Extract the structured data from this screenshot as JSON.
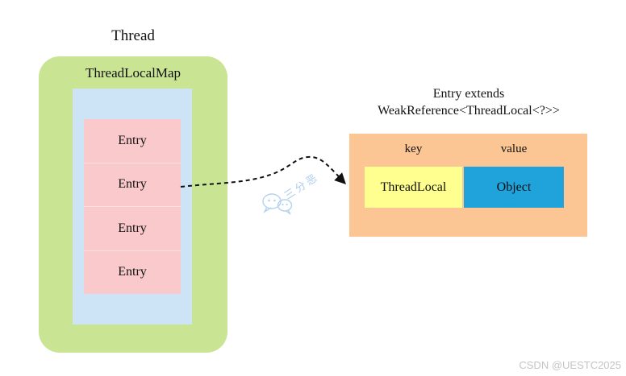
{
  "thread": {
    "title": "Thread",
    "map_label": "ThreadLocalMap",
    "entries": [
      "Entry",
      "Entry",
      "Entry",
      "Entry"
    ]
  },
  "entry_panel": {
    "title_line1": "Entry extends",
    "title_line2": "WeakReference<ThreadLocal<?>>",
    "key_header": "key",
    "value_header": "value",
    "key_cell": "ThreadLocal",
    "value_cell": "Object"
  },
  "arrow": {
    "style": "dashed",
    "color": "#111111"
  },
  "watermark": {
    "icon": "chat-bubbles-icon",
    "text": "三分恶",
    "color": "#aecdee"
  },
  "credit": {
    "text": "CSDN @UESTC2025",
    "color": "#c5c5c8"
  },
  "colors": {
    "thread_bg": "#c9e493",
    "map_bg": "#cde4f7",
    "entry_bg": "#f9c9cb",
    "panel_bg": "#fbc694",
    "key_bg": "#feff8e",
    "value_bg": "#20a2db"
  }
}
